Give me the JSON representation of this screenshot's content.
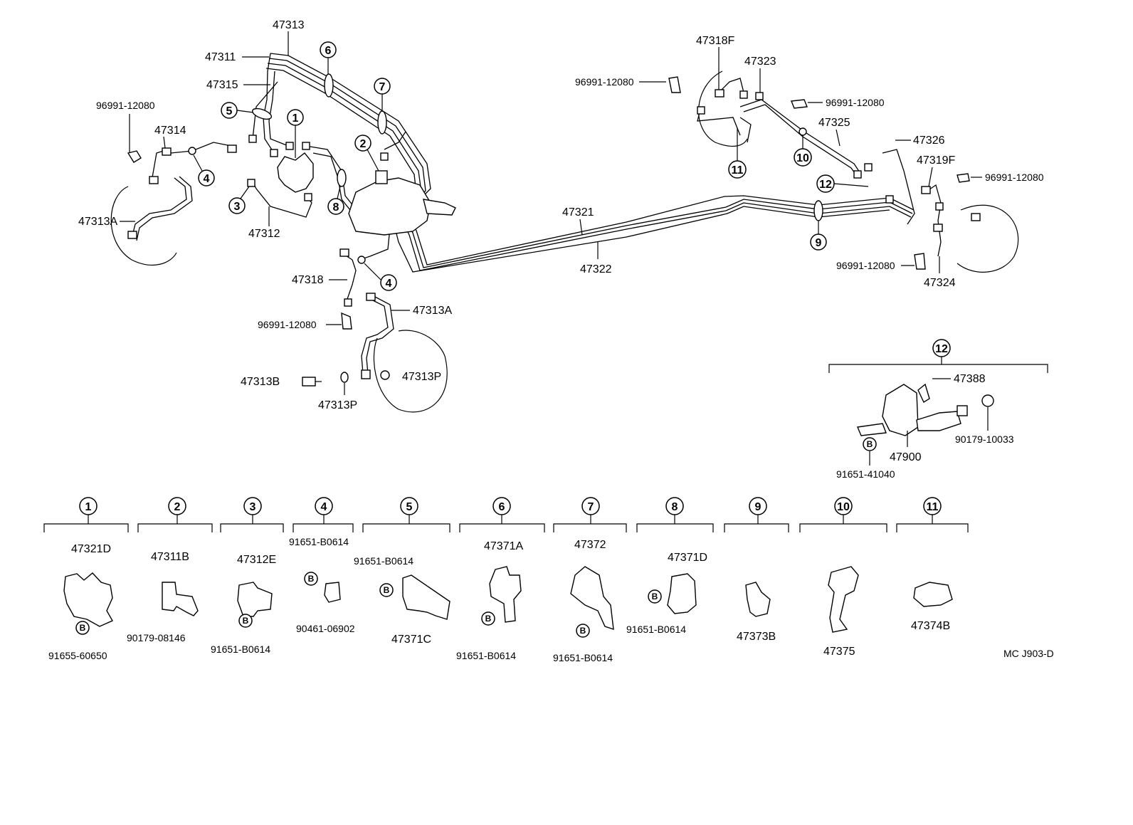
{
  "diagram_code": "MC J903-D",
  "upper_labels": {
    "p47313": "47313",
    "p47311": "47311",
    "p47315": "47315",
    "p96991_a": "96991-12080",
    "p47314": "47314",
    "p47313A_left": "47313A",
    "p47312": "47312",
    "p47318": "47318",
    "p96991_b": "96991-12080",
    "p47313A_mid": "47313A",
    "p47313B": "47313B",
    "p47313P_a": "47313P",
    "p47313P_b": "47313P",
    "p47321": "47321",
    "p47322": "47322",
    "p47318F": "47318F",
    "p47323": "47323",
    "p96991_c": "96991-12080",
    "p96991_d": "96991-12080",
    "p47325": "47325",
    "p47326": "47326",
    "p47319F": "47319F",
    "p96991_e": "96991-12080",
    "p96991_f": "96991-12080",
    "p47324": "47324",
    "p47388": "47388",
    "p47900": "47900",
    "p90179_10033": "90179-10033",
    "p91651_41040": "91651-41040"
  },
  "callouts": [
    "1",
    "2",
    "3",
    "4",
    "5",
    "6",
    "7",
    "8",
    "9",
    "10",
    "11",
    "12"
  ],
  "bolt_badge": "B",
  "groups": [
    {
      "num": "1",
      "main": "47321D",
      "sub": "91655-60650"
    },
    {
      "num": "2",
      "main": "47311B",
      "sub": "90179-08146"
    },
    {
      "num": "3",
      "main": "47312E",
      "sub": "91651-B0614"
    },
    {
      "num": "4",
      "main": "91651-B0614",
      "sub": "90461-06902"
    },
    {
      "num": "5",
      "main": "91651-B0614",
      "sub": "47371C"
    },
    {
      "num": "6",
      "main": "47371A",
      "sub": "91651-B0614"
    },
    {
      "num": "7",
      "main": "47372",
      "sub": "91651-B0614"
    },
    {
      "num": "8",
      "main": "47371D",
      "sub": "91651-B0614"
    },
    {
      "num": "9",
      "main": "47373B",
      "sub": ""
    },
    {
      "num": "10",
      "main": "47375",
      "sub": ""
    },
    {
      "num": "11",
      "main": "47374B",
      "sub": ""
    }
  ]
}
